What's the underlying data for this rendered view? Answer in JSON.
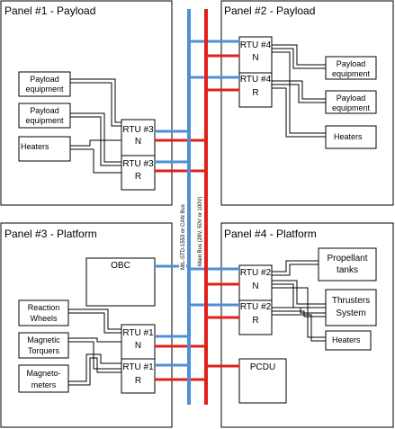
{
  "colors": {
    "data_bus": "#4f8fd6",
    "power_bus": "#e0201b",
    "line": "#000000"
  },
  "buses": {
    "data_bus_label": "MIL-STD-1553 or CAN Bus",
    "power_bus_label": "Main Bus (28V, 50V or 100V)"
  },
  "panel1": {
    "title": "Panel #1 - Payload",
    "payload_a": [
      "Payload",
      "equipment"
    ],
    "payload_b": [
      "Payload",
      "equipment"
    ],
    "heaters": "Heaters",
    "rtu_n": [
      "RTU #3",
      "N"
    ],
    "rtu_r": [
      "RTU #3",
      "R"
    ]
  },
  "panel2": {
    "title": "Panel #2 - Payload",
    "rtu_n": [
      "RTU #4",
      "N"
    ],
    "rtu_r": [
      "RTU #4",
      "R"
    ],
    "payload_a": [
      "Payload",
      "equipment"
    ],
    "payload_b": [
      "Payload",
      "equipment"
    ],
    "heaters": "Heaters"
  },
  "panel3": {
    "title": "Panel #3 - Platform",
    "obc": "OBC",
    "reaction": [
      "Reaction",
      "Wheels"
    ],
    "torquers": [
      "Magnetic",
      "Torquers"
    ],
    "magnetometers": [
      "Magneto-",
      "meters"
    ],
    "rtu_n": [
      "RTU #1",
      "N"
    ],
    "rtu_r": [
      "RTU #1",
      "R"
    ]
  },
  "panel4": {
    "title": "Panel #4 - Platform",
    "rtu_n": [
      "RTU #2",
      "N"
    ],
    "rtu_r": [
      "RTU #2",
      "R"
    ],
    "propellant": [
      "Propellant",
      "tanks"
    ],
    "thrusters": [
      "Thrusters",
      "System"
    ],
    "heaters": "Heaters",
    "pcdu": "PCDU"
  }
}
